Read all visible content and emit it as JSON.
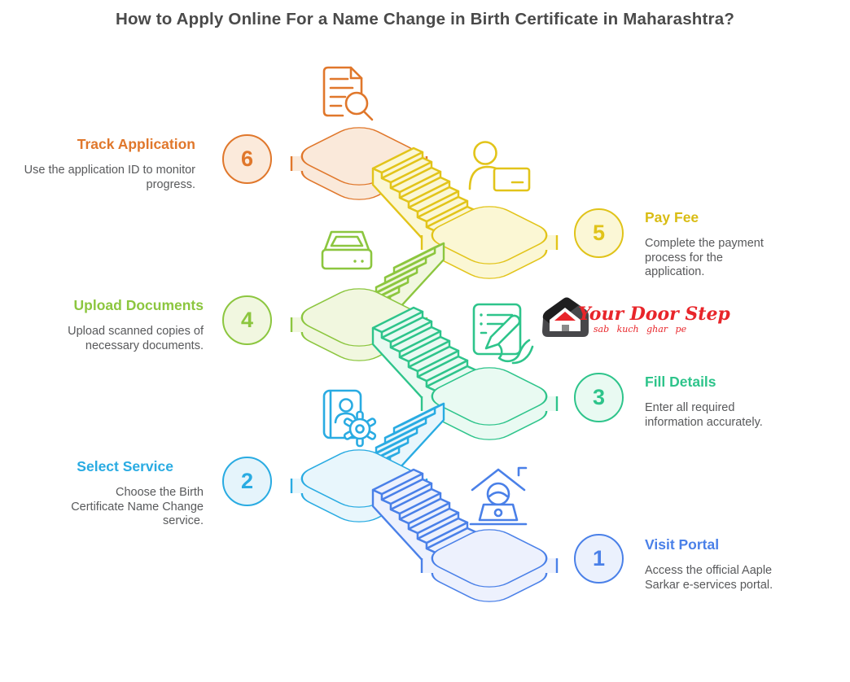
{
  "title": "How to Apply Online For a Name Change in Birth Certificate in Maharashtra?",
  "logo": {
    "name": "Your Door Step",
    "tagline": "sab kuch ghar pe",
    "brand_color": "#E8252A"
  },
  "steps": [
    {
      "number": "1",
      "title": "Visit Portal",
      "description": "Access the official Aaple Sarkar e-services portal.",
      "accent": "#4A80E8",
      "fill": "#EDF1FD",
      "icon": "house-laptop-icon"
    },
    {
      "number": "2",
      "title": "Select Service",
      "description": "Choose the Birth Certificate Name Change service.",
      "accent": "#29ABE2",
      "fill": "#E8F6FC",
      "icon": "account-service-gear-icon"
    },
    {
      "number": "3",
      "title": "Fill Details",
      "description": "Enter all required information accurately.",
      "accent": "#2EC48B",
      "fill": "#E9FAF2",
      "icon": "form-pen-icon"
    },
    {
      "number": "4",
      "title": "Upload Documents",
      "description": "Upload scanned copies of necessary documents.",
      "accent": "#8CC63F",
      "fill": "#F1F7DF",
      "icon": "scanner-icon"
    },
    {
      "number": "5",
      "title": "Pay Fee",
      "description": "Complete the payment process for the application.",
      "accent": "#E2C41A",
      "fill": "#FBF7D4",
      "icon": "person-payment-card-icon"
    },
    {
      "number": "6",
      "title": "Track Application",
      "description": "Use the application ID to monitor progress.",
      "accent": "#E0772B",
      "fill": "#FAE9DA",
      "icon": "document-search-icon"
    }
  ]
}
